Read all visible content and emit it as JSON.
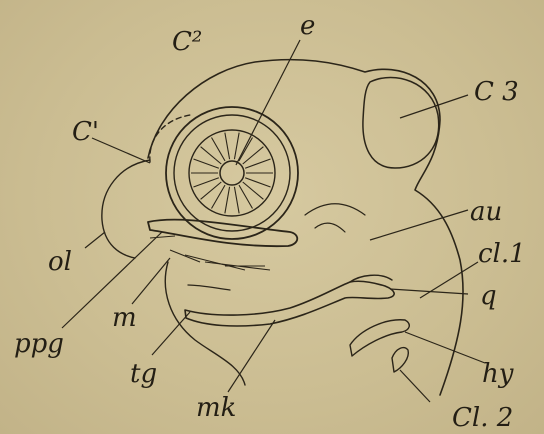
{
  "labels": {
    "c2": "C²",
    "e": "e",
    "c3": "C 3",
    "c1": "C'",
    "au": "au",
    "cl1": "cl.1",
    "ol": "ol",
    "q": "q",
    "m": "m",
    "ppg": "ppg",
    "hy": "hy",
    "tg": "tg",
    "mk": "mk",
    "cl2": "Cl. 2"
  },
  "colors": {
    "paper": "#cdbf94",
    "ink": "#2b2519"
  }
}
